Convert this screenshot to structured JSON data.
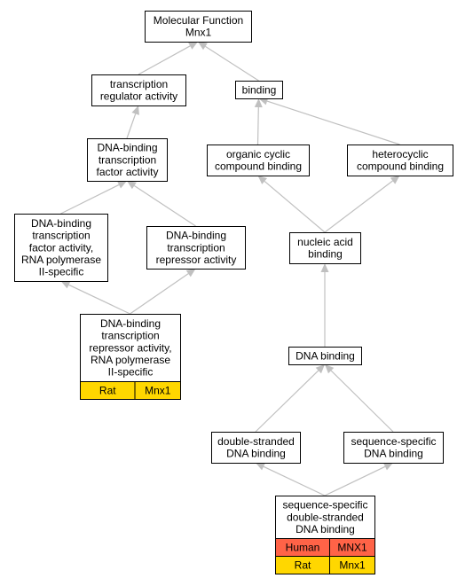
{
  "nodes": [
    {
      "id": "mf",
      "lines": [
        "Molecular Function",
        "Mnx1"
      ]
    },
    {
      "id": "tra",
      "lines": [
        "transcription",
        "regulator activity"
      ]
    },
    {
      "id": "binding",
      "lines": [
        "binding"
      ]
    },
    {
      "id": "dbtfa",
      "lines": [
        "DNA-binding",
        "transcription",
        "factor activity"
      ]
    },
    {
      "id": "ocb",
      "lines": [
        "organic cyclic",
        "compound binding"
      ]
    },
    {
      "id": "hcb",
      "lines": [
        "heterocyclic",
        "compound binding"
      ]
    },
    {
      "id": "dbtfa2",
      "lines": [
        "DNA-binding",
        "transcription",
        "factor activity,",
        "RNA polymerase",
        "II-specific"
      ]
    },
    {
      "id": "dbtra",
      "lines": [
        "DNA-binding",
        "transcription",
        "repressor activity"
      ]
    },
    {
      "id": "nab",
      "lines": [
        "nucleic acid",
        "binding"
      ]
    },
    {
      "id": "dbtra2",
      "lines": [
        "DNA-binding",
        "transcription",
        "repressor activity,",
        "RNA polymerase",
        "II-specific"
      ]
    },
    {
      "id": "db",
      "lines": [
        "DNA binding"
      ]
    },
    {
      "id": "dsdb",
      "lines": [
        "double-stranded",
        "DNA binding"
      ]
    },
    {
      "id": "ssdb",
      "lines": [
        "sequence-specific",
        "DNA binding"
      ]
    },
    {
      "id": "ssdsdb",
      "lines": [
        "sequence-specific",
        "double-stranded",
        "DNA binding"
      ]
    }
  ],
  "annotations": {
    "dbtra2": [
      {
        "species": "Rat",
        "gene": "Mnx1",
        "color": "#ffd700"
      }
    ],
    "ssdsdb": [
      {
        "species": "Human",
        "gene": "MNX1",
        "color": "#ff6347"
      },
      {
        "species": "Rat",
        "gene": "Mnx1",
        "color": "#ffd700"
      }
    ]
  },
  "edges": [
    {
      "from": "tra",
      "to": "mf"
    },
    {
      "from": "binding",
      "to": "mf"
    },
    {
      "from": "dbtfa",
      "to": "tra"
    },
    {
      "from": "ocb",
      "to": "binding"
    },
    {
      "from": "hcb",
      "to": "binding"
    },
    {
      "from": "dbtfa2",
      "to": "dbtfa"
    },
    {
      "from": "dbtra",
      "to": "dbtfa"
    },
    {
      "from": "nab",
      "to": "ocb"
    },
    {
      "from": "nab",
      "to": "hcb"
    },
    {
      "from": "dbtra2",
      "to": "dbtfa2"
    },
    {
      "from": "dbtra2",
      "to": "dbtra"
    },
    {
      "from": "db",
      "to": "nab"
    },
    {
      "from": "dsdb",
      "to": "db"
    },
    {
      "from": "ssdb",
      "to": "db"
    },
    {
      "from": "ssdsdb",
      "to": "dsdb"
    },
    {
      "from": "ssdsdb",
      "to": "ssdb"
    }
  ],
  "colors": {
    "edge": "#c0c0c0",
    "human": "#ff6347",
    "rat": "#ffd700"
  }
}
